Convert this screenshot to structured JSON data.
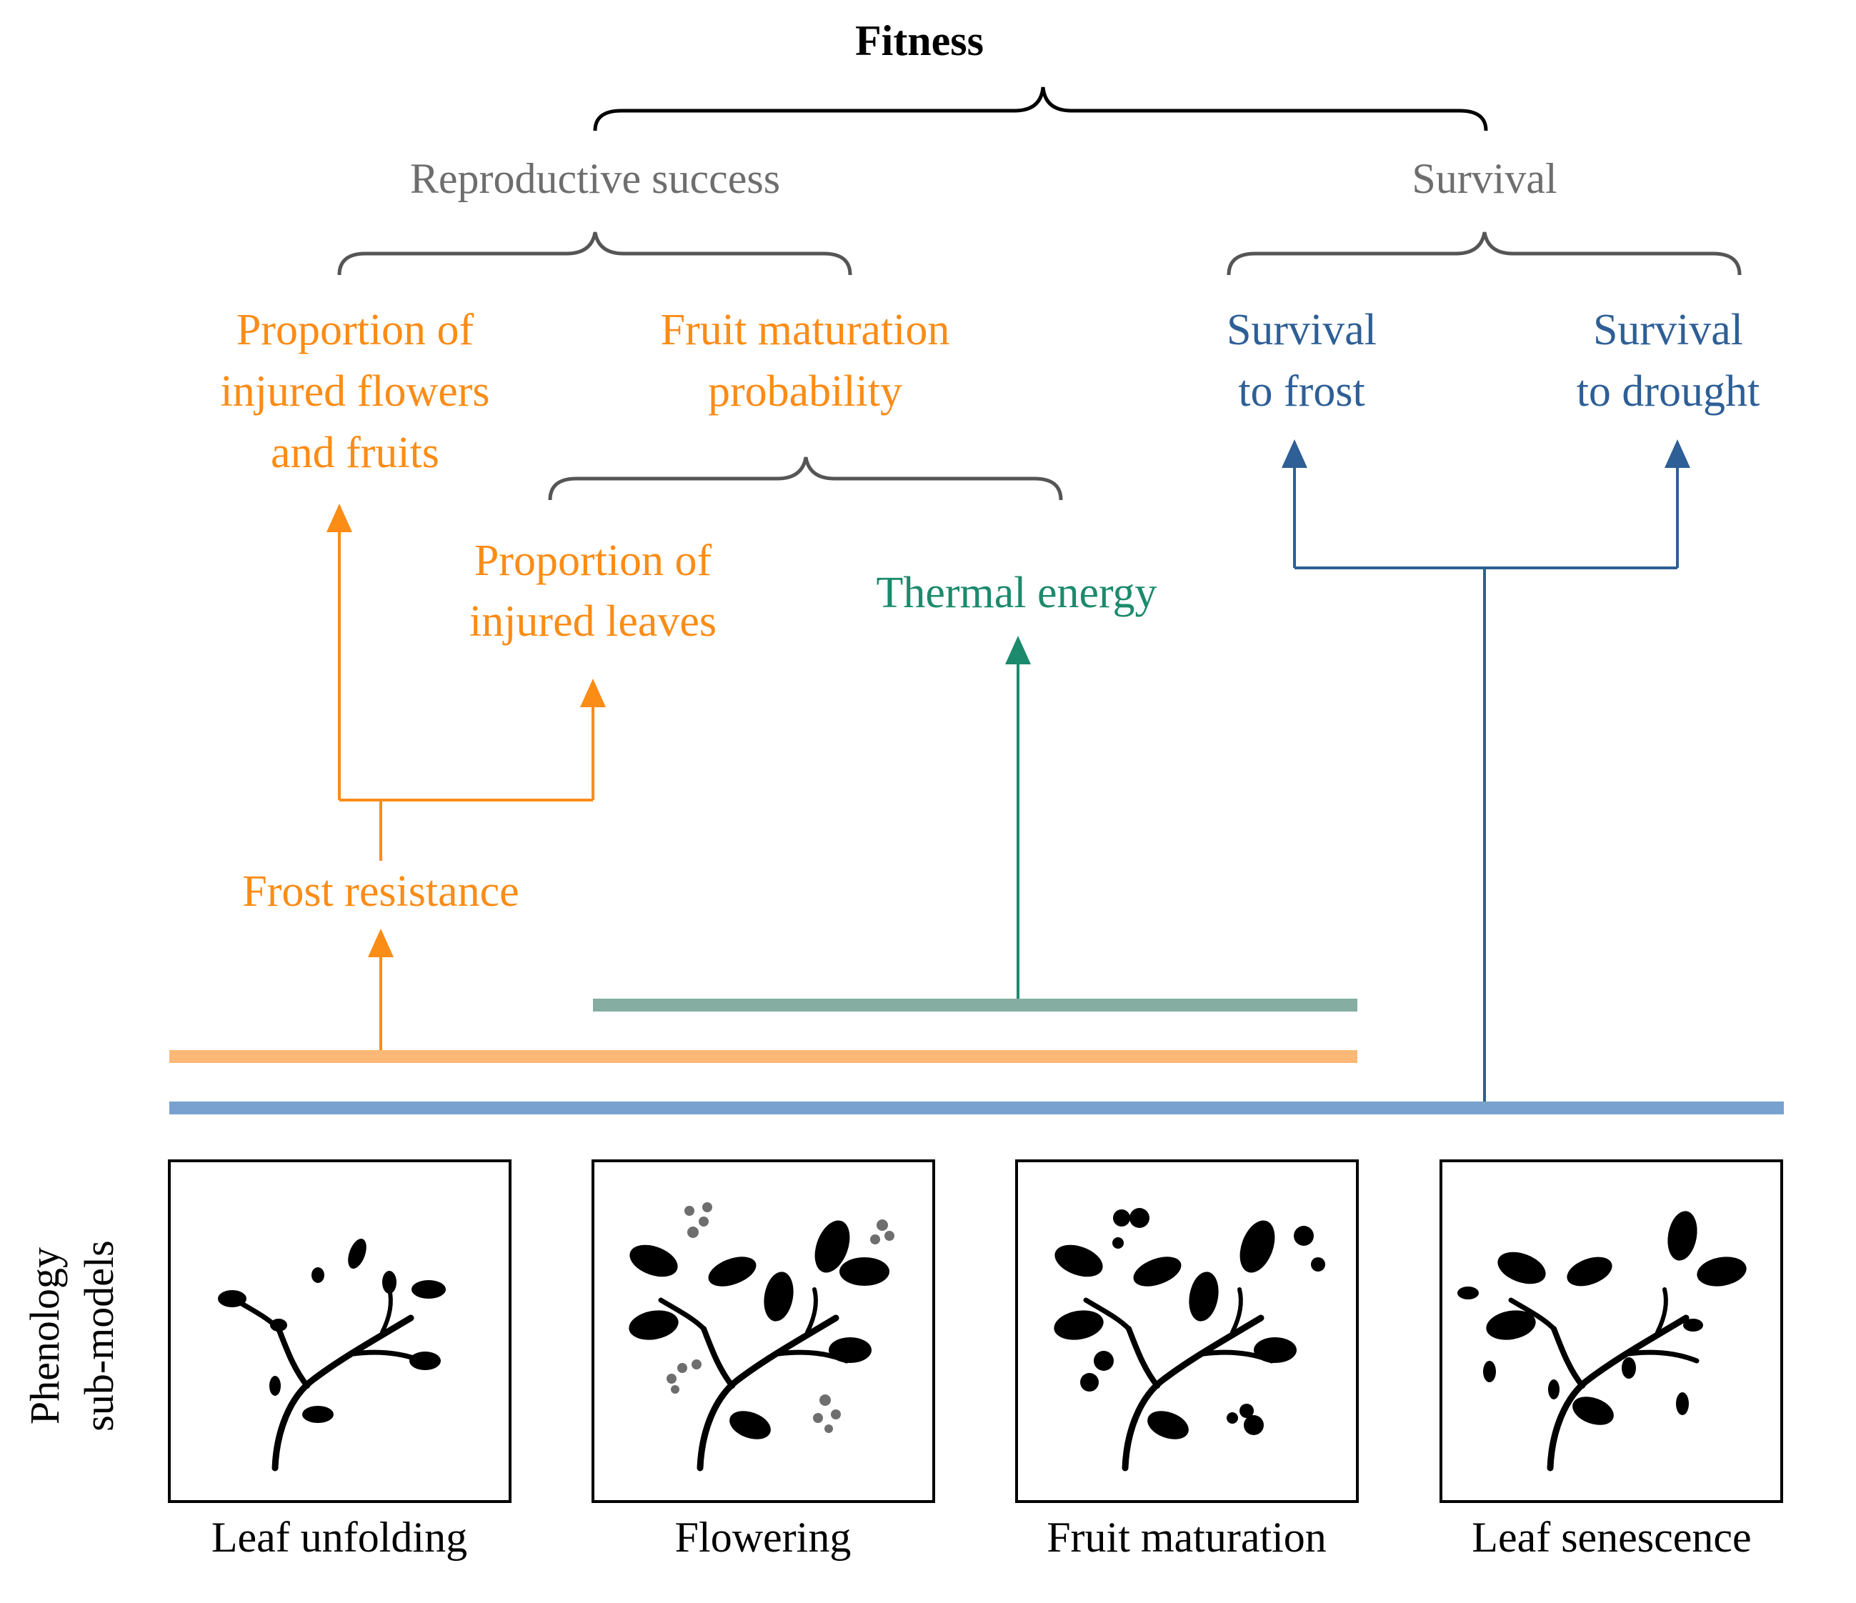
{
  "colors": {
    "black": "#000000",
    "gray": "#6e6e6e",
    "orange": "#fb8c16",
    "green": "#1c8a6c",
    "blue": "#2e5f96",
    "orange_band": "#fcb876",
    "green_band": "#85ada2",
    "blue_band": "#78a1cf"
  },
  "fitness": "Fitness",
  "components": {
    "reproductive": "Reproductive success",
    "survival": "Survival"
  },
  "reproductive_items": {
    "injured_flowers": [
      "Proportion of",
      "injured flowers",
      "and fruits"
    ],
    "fruit_maturation_prob": [
      "Fruit maturation",
      "probability"
    ]
  },
  "survival_items": {
    "frost": [
      "Survival",
      "to frost"
    ],
    "drought": [
      "Survival",
      "to drought"
    ]
  },
  "intermediate": {
    "injured_leaves": [
      "Proportion of",
      "injured leaves"
    ],
    "thermal_energy": "Thermal energy",
    "frost_resistance": "Frost resistance"
  },
  "phenology": {
    "side_label": [
      "Phenology",
      "sub-models"
    ],
    "models": [
      {
        "label": "Leaf unfolding",
        "icon": "branch-leaf-unfolding-icon"
      },
      {
        "label": "Flowering",
        "icon": "branch-flowering-icon"
      },
      {
        "label": "Fruit maturation",
        "icon": "branch-fruit-maturation-icon"
      },
      {
        "label": "Leaf senescence",
        "icon": "branch-leaf-senescence-icon"
      }
    ]
  }
}
